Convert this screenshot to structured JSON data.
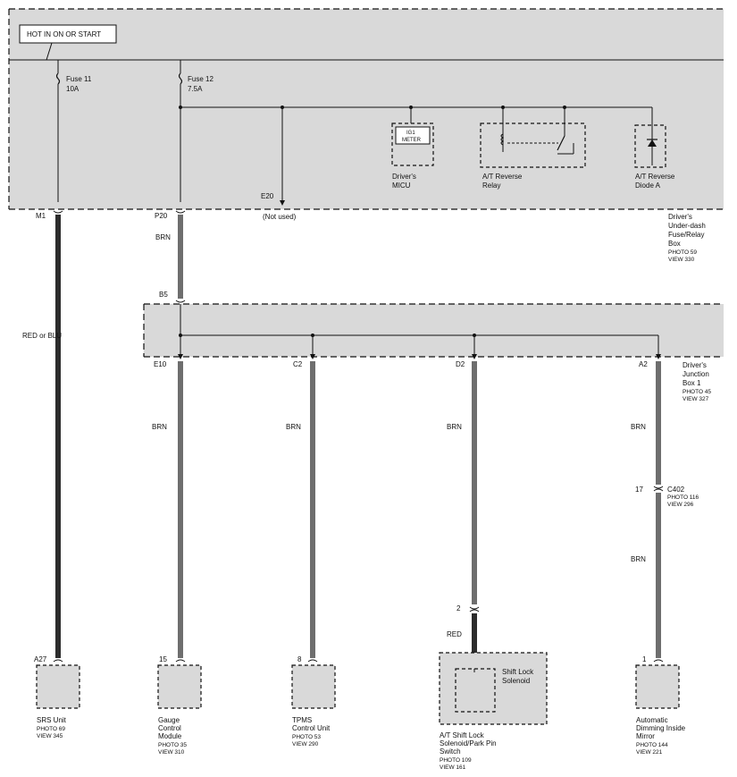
{
  "source": {
    "label": "HOT IN ON OR START"
  },
  "fuses": [
    {
      "name": "Fuse 11",
      "rating": "10A"
    },
    {
      "name": "Fuse 12",
      "rating": "7.5A"
    }
  ],
  "fuse_box": {
    "lines": [
      "Driver's",
      "Under-dash",
      "Fuse/Relay",
      "Box"
    ],
    "photo": "PHOTO 59",
    "view": "VIEW 330",
    "unused_terminal": "E20",
    "unused_note": "(Not used)",
    "micu": {
      "inner": [
        "IG1",
        "METER"
      ],
      "label": [
        "Driver's",
        "MICU"
      ]
    },
    "relay": {
      "label": [
        "A/T Reverse",
        "Relay"
      ]
    },
    "diode": {
      "label": [
        "A/T Reverse",
        "Diode A"
      ]
    }
  },
  "junction_box": {
    "lines": [
      "Driver's",
      "Junction",
      "Box 1"
    ],
    "photo": "PHOTO 45",
    "view": "VIEW 327",
    "input_terminal": "B5"
  },
  "connector_c402": {
    "pin": "17",
    "name": "C402",
    "photo": "PHOTO 116",
    "view": "VIEW 296"
  },
  "wires": {
    "srs": {
      "from": "M1",
      "color": "RED or BLU",
      "to_pin": "A27"
    },
    "feed": {
      "from": "P20",
      "color": "BRN"
    },
    "gauge": {
      "from": "E10",
      "color": "BRN",
      "to_pin": "15"
    },
    "tpms": {
      "from": "C2",
      "color": "BRN",
      "to_pin": "8"
    },
    "shift": {
      "from": "D2",
      "color": "BRN",
      "mid_pin": "2",
      "color2": "RED"
    },
    "mirror": {
      "from": "A2",
      "color": "BRN",
      "color2": "BRN",
      "to_pin": "1"
    }
  },
  "components": {
    "srs": {
      "lines": [
        "SRS Unit"
      ],
      "photo": "PHOTO 69",
      "view": "VIEW 345"
    },
    "gauge": {
      "lines": [
        "Gauge",
        "Control",
        "Module"
      ],
      "photo": "PHOTO 35",
      "view": "VIEW 310"
    },
    "tpms": {
      "lines": [
        "TPMS",
        "Control Unit"
      ],
      "photo": "PHOTO 53",
      "view": "VIEW 290"
    },
    "shift": {
      "lines": [
        "A/T Shift Lock",
        "Solenoid/Park Pin",
        "Switch"
      ],
      "photo": "PHOTO 109",
      "view": "VIEW 161",
      "inner": [
        "Shift Lock",
        "Solenoid"
      ]
    },
    "mirror": {
      "lines": [
        "Automatic",
        "Dimming Inside",
        "Mirror"
      ],
      "photo": "PHOTO 144",
      "view": "VIEW 221"
    }
  },
  "colors": {
    "box_fill": "#d9d9d9",
    "wire_brn": "#6e6e6e",
    "wire_dark": "#2c2c2c",
    "line": "#111111"
  }
}
